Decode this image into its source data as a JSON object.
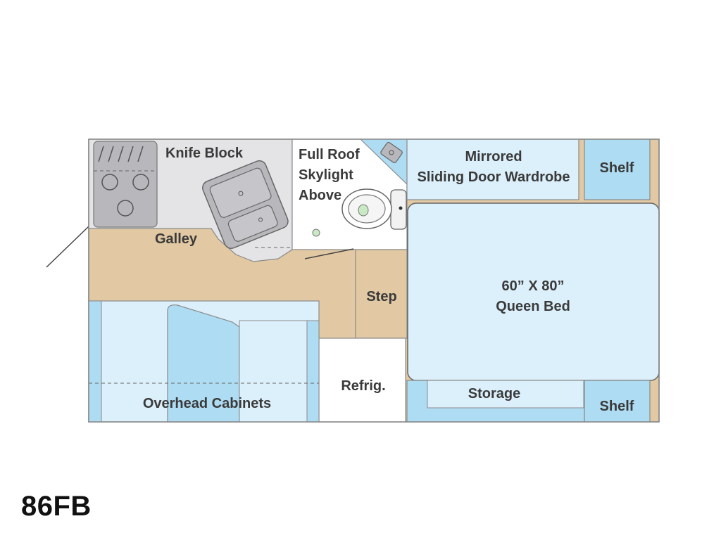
{
  "model": "86FB",
  "labels": {
    "knife_block": "Knife Block",
    "galley": "Galley",
    "skylight": [
      "Full Roof",
      "Skylight",
      "Above"
    ],
    "wardrobe": [
      "Mirrored",
      "Sliding Door Wardrobe"
    ],
    "shelf_top": "Shelf",
    "bed_size": "60” X 80”",
    "bed_name": "Queen Bed",
    "step": "Step",
    "refrig": "Refrig.",
    "storage": "Storage",
    "shelf_bottom": "Shelf",
    "overhead": "Overhead Cabinets"
  },
  "colors": {
    "outline": "#8a8a8a",
    "floor": "#e2c9a4",
    "light_blue": "#dcf0fb",
    "mid_blue": "#aedcf3",
    "counter": "#e4e4e6",
    "appliance": "#b8b8bc",
    "wall_tan": "#e2c9a4",
    "white": "#ffffff"
  }
}
